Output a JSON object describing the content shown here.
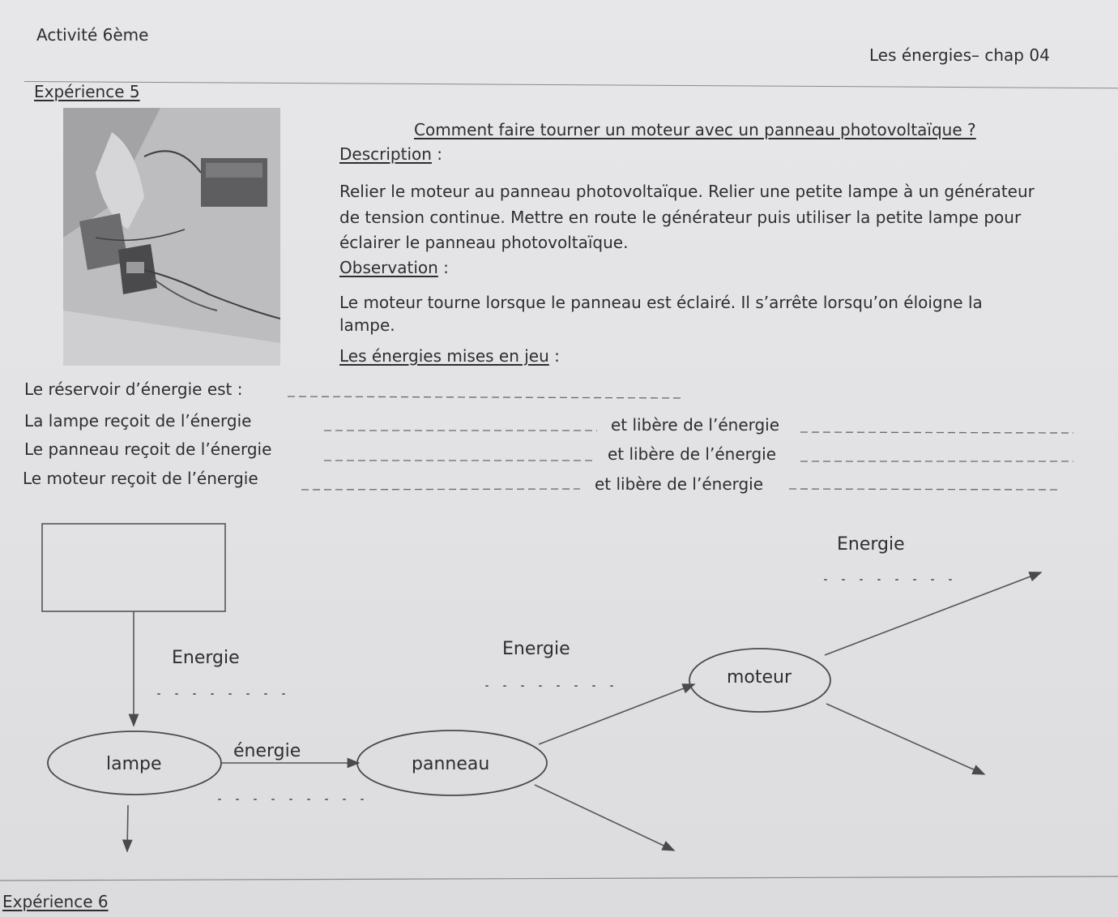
{
  "header": {
    "left": "Activité 6ème",
    "right": "Les énergies– chap 04"
  },
  "experience5": {
    "title": "Expérience 5",
    "question": "Comment faire tourner un moteur avec un panneau photovoltaïque ?",
    "description_label": "Description",
    "description_lines": [
      "Relier le moteur au panneau photovoltaïque. Relier une petite lampe à un générateur",
      "de tension continue. Mettre en route le générateur puis utiliser la petite lampe pour",
      "éclairer le panneau photovoltaïque."
    ],
    "observation_label": "Observation",
    "observation_lines": [
      "Le moteur tourne lorsque le panneau est éclairé. Il s’arrête lorsqu’on éloigne la",
      "lampe."
    ],
    "energies_label": "Les énergies mises en jeu",
    "colon": " :"
  },
  "fill_in": {
    "reservoir": "Le réservoir d’énergie est :",
    "lampe": "La lampe reçoit de l’énergie",
    "panneau": "Le panneau reçoit de l’énergie",
    "moteur": "Le moteur reçoit de l’énergie",
    "libere": "et libère de l’énergie"
  },
  "diagram": {
    "energie_cap": "Energie",
    "energie_low": "énergie",
    "lampe": "lampe",
    "panneau": "panneau",
    "moteur": "moteur"
  },
  "experience6": {
    "title": "Expérience 6"
  },
  "colors": {
    "text": "#2e2e30",
    "line": "#555557",
    "paper": "#e4e4e6"
  }
}
